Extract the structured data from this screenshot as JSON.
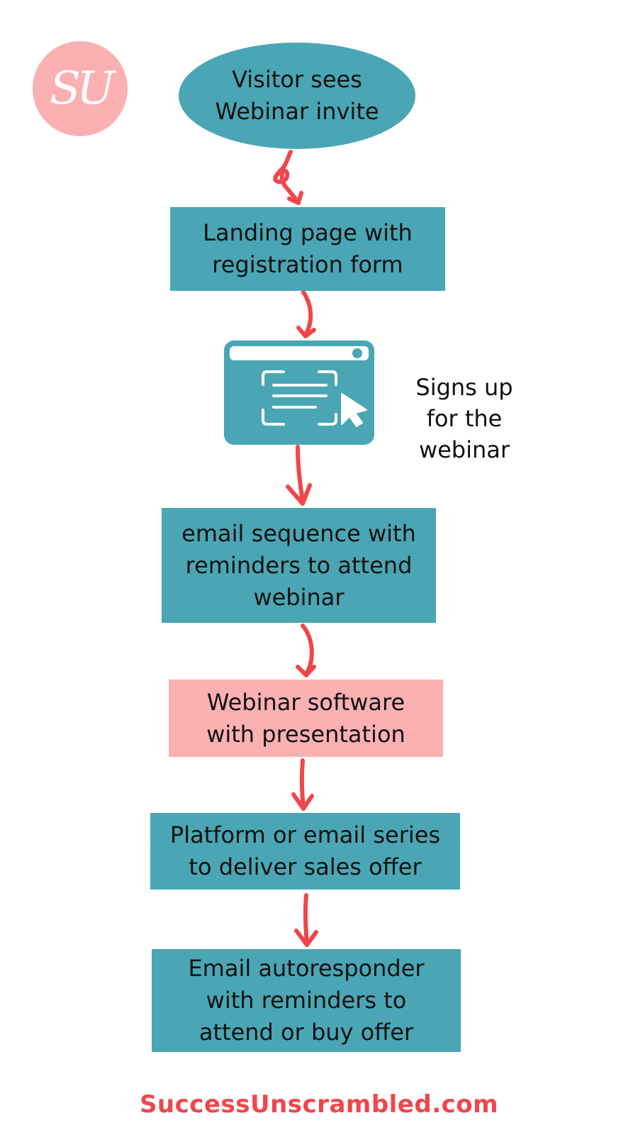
{
  "logo": {
    "text": "SU",
    "color": "#fbb0b2"
  },
  "colors": {
    "teal": "#4aa6b4",
    "pink": "#fbb0b2",
    "arrow": "#f0464b",
    "text": "#111111"
  },
  "steps": [
    {
      "shape": "oval",
      "label": "Visitor sees\nWebinar invite"
    },
    {
      "shape": "rect",
      "label": "Landing page with\nregistration form"
    },
    {
      "shape": "icon",
      "icon": "browser-form-cursor-icon",
      "side_label": "Signs up\nfor the\nwebinar"
    },
    {
      "shape": "rect",
      "label": "email sequence with\nreminders to attend\nwebinar"
    },
    {
      "shape": "rect-pink",
      "label": "Webinar software\nwith presentation"
    },
    {
      "shape": "rect",
      "label": "Platform or email series\nto deliver sales offer"
    },
    {
      "shape": "rect",
      "label": "Email autoresponder\nwith reminders to\nattend or buy offer"
    }
  ],
  "footer": "SuccessUnscrambled.com"
}
